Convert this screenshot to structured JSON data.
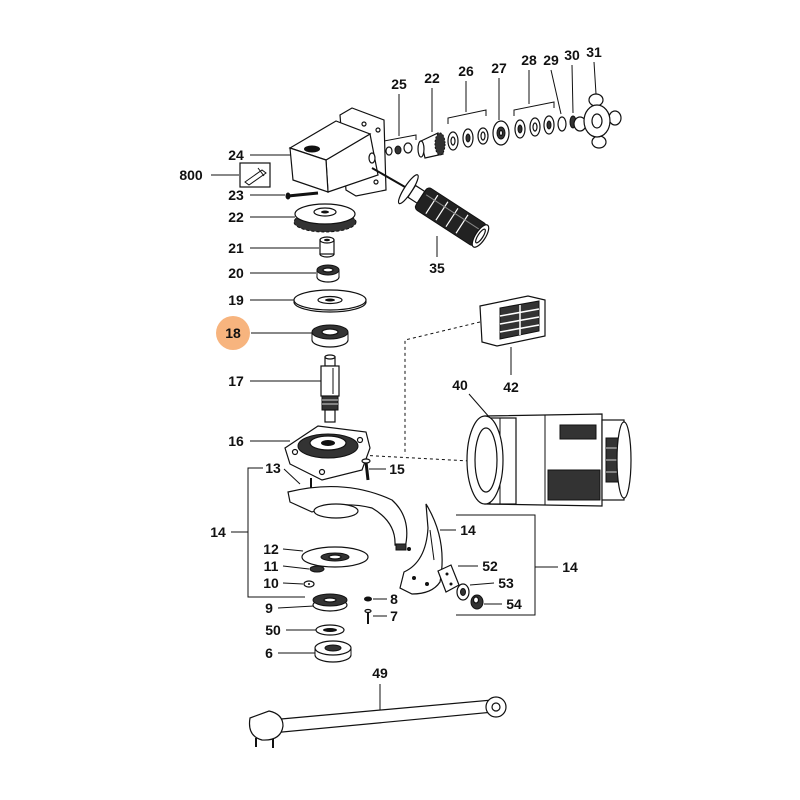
{
  "colors": {
    "highlight": "#F7B47E",
    "ink": "#111111"
  },
  "callouts": {
    "c25": "25",
    "c22_top": "22",
    "c26": "26",
    "c27": "27",
    "c28": "28",
    "c29": "29",
    "c30": "30",
    "c31": "31",
    "c24": "24",
    "c800": "800",
    "c23": "23",
    "c22": "22",
    "c21": "21",
    "c20": "20",
    "c19": "19",
    "c18": "18",
    "c17": "17",
    "c16": "16",
    "c15": "15",
    "c13": "13",
    "c14_left": "14",
    "c14_mid": "14",
    "c14_right": "14",
    "c12": "12",
    "c11": "11",
    "c10": "10",
    "c9": "9",
    "c50": "50",
    "c6": "6",
    "c8": "8",
    "c7": "7",
    "c52": "52",
    "c53": "53",
    "c54": "54",
    "c40": "40",
    "c42": "42",
    "c35": "35",
    "c49": "49"
  }
}
